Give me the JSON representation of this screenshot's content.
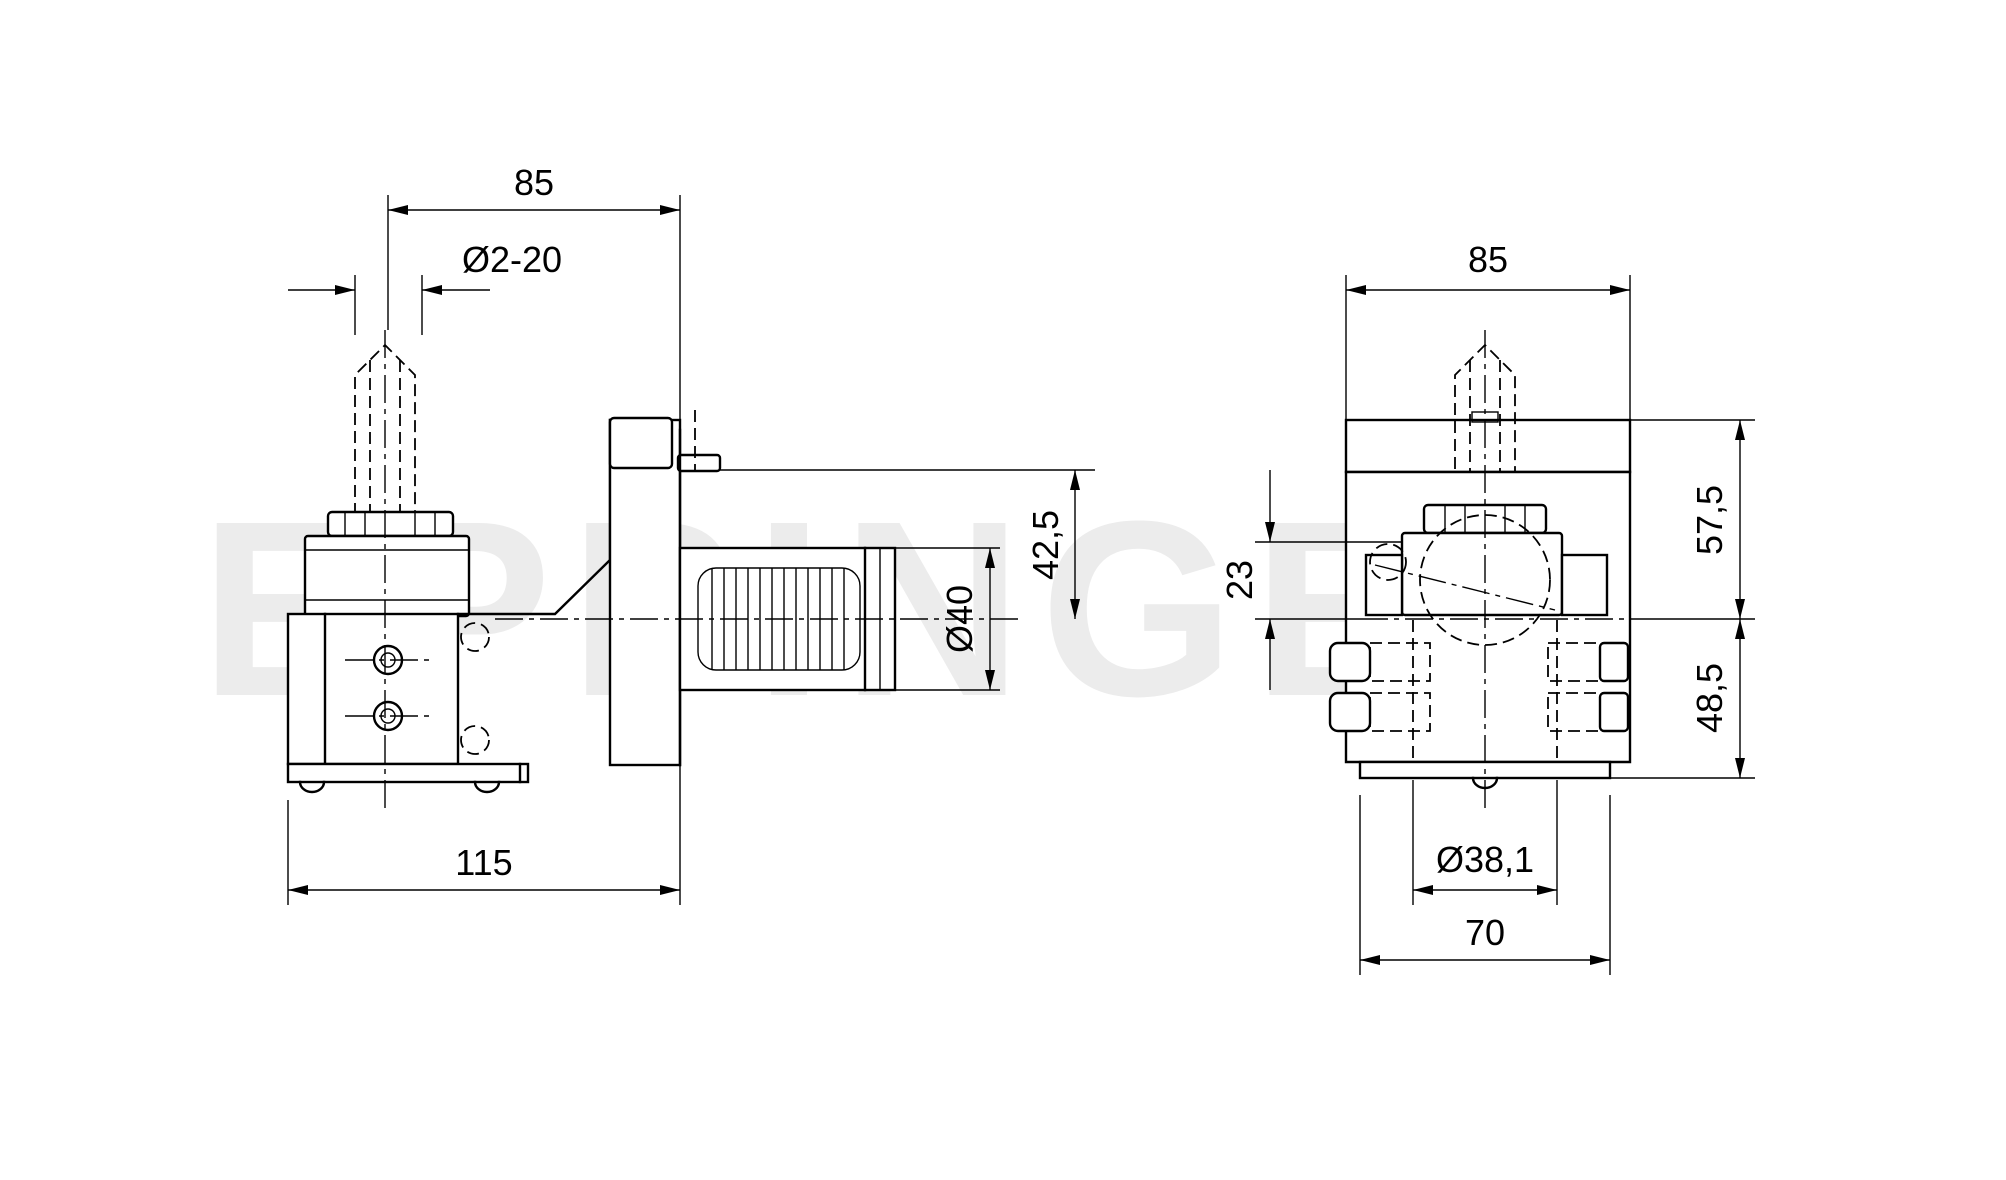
{
  "watermark": {
    "text": "EPPINGER",
    "color": "#ececec"
  },
  "left_view": {
    "dims": {
      "overall_width": "85",
      "tool_diameter": "Ø2-20",
      "base_length": "115",
      "shank_diameter": "Ø40",
      "center_height": "42,5"
    }
  },
  "right_view": {
    "dims": {
      "overall_width": "85",
      "center_offset": "23",
      "upper_height": "57,5",
      "lower_height": "48,5",
      "bore_diameter": "Ø38,1",
      "base_width": "70"
    }
  }
}
